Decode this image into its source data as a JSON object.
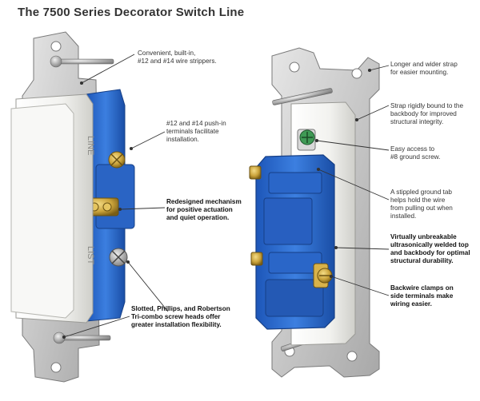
{
  "title": "The 7500 Series Decorator Switch Line",
  "callouts": {
    "wire_strippers": "Convenient, built-in,\n#12 and #14 wire strippers.",
    "push_in_terminals": "#12 and #14 push-in\nterminals facilitate\ninstallation.",
    "redesigned_mechanism": "Redesigned mechanism\nfor positive actuation\nand quiet operation.",
    "screw_heads": "Slotted, Phillips, and Robertson\nTri-combo screw heads offer\ngreater installation flexibility.",
    "longer_strap": "Longer and wider strap\nfor easier mounting.",
    "strap_bound": "Strap rigidly bound to the\nbackbody for improved\nstructural integrity.",
    "ground_screw": "Easy access to\n#8 ground screw.",
    "ground_tab": "A stippled ground tab\nhelps hold the wire\nfrom pulling out when\ninstalled.",
    "ultrasonic_weld": "Virtually unbreakable\nultrasonically welded top\nand backbody for optimal\nstructural durability.",
    "backwire_clamps": "Backwire clamps on\nside terminals make\nwiring easier."
  },
  "switch_markings": {
    "top": "LINE",
    "bottom": "LIST"
  },
  "colors": {
    "body_blue": "#2f6fd0",
    "strap_silver": "#c8c8c8",
    "brass": "#c9a23a",
    "rocker_white": "#f4f4f2"
  }
}
